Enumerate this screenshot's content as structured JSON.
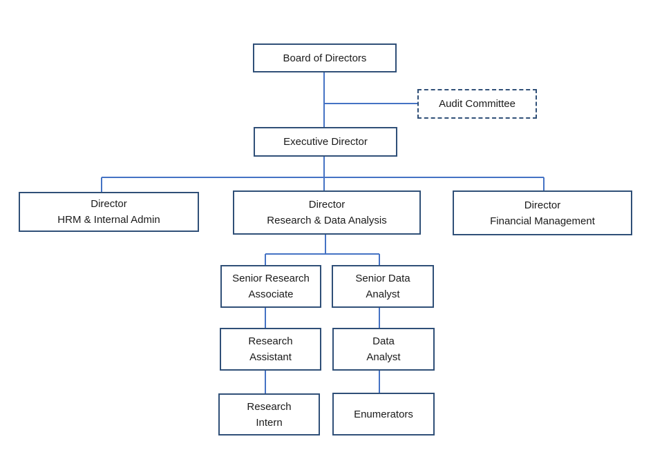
{
  "colors": {
    "box_border": "#2f4f77",
    "connector": "#4472c4"
  },
  "nodes": {
    "board": {
      "line1": "Board of Directors"
    },
    "audit": {
      "line1": "Audit Committee"
    },
    "executive": {
      "line1": "Executive Director"
    },
    "hrm": {
      "line1": "Director",
      "line2": "HRM & Internal Admin"
    },
    "research": {
      "line1": "Director",
      "line2": "Research & Data Analysis"
    },
    "finance": {
      "line1": "Director",
      "line2": "Financial Management"
    },
    "senior_research": {
      "line1": "Senior Research",
      "line2": "Associate"
    },
    "senior_data": {
      "line1": "Senior Data",
      "line2": "Analyst"
    },
    "research_assistant": {
      "line1": "Research",
      "line2": "Assistant"
    },
    "data_analyst": {
      "line1": "Data",
      "line2": "Analyst"
    },
    "research_intern": {
      "line1": "Research",
      "line2": "Intern"
    },
    "enumerators": {
      "line1": "Enumerators"
    }
  }
}
